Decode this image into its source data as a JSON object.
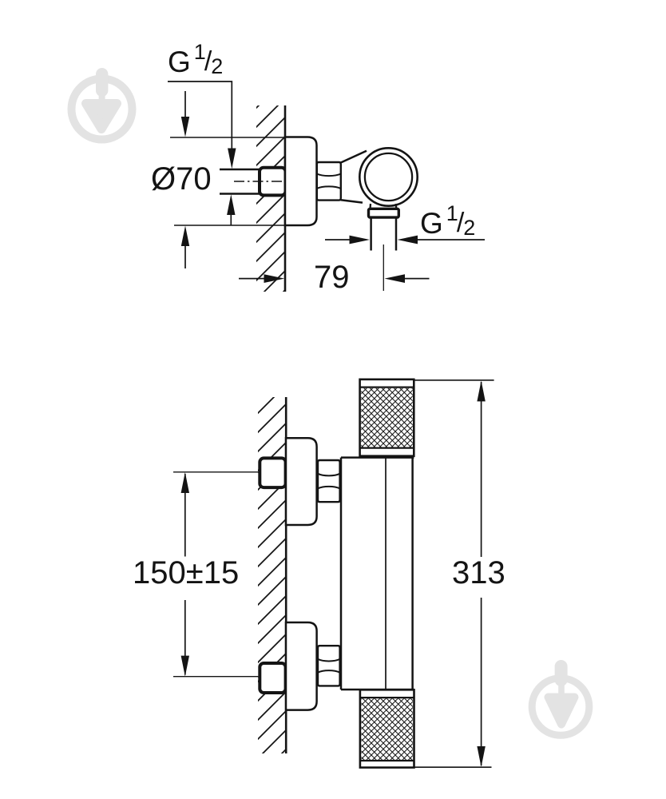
{
  "colors": {
    "line": "#141414",
    "watermark": "#e3e3e3",
    "background": "#ffffff"
  },
  "side_view": {
    "inlet_thread": {
      "prefix": "G",
      "numerator": "1",
      "slash": "/",
      "denominator": "2"
    },
    "outlet_thread": {
      "prefix": "G",
      "numerator": "1",
      "slash": "/",
      "denominator": "2"
    },
    "escutcheon_diameter": "Ø70",
    "wall_to_outlet_center": "79"
  },
  "front_view": {
    "inlet_spacing": "150±15",
    "overall_height": "313"
  },
  "icons": {
    "watermark": "pin-logo"
  }
}
